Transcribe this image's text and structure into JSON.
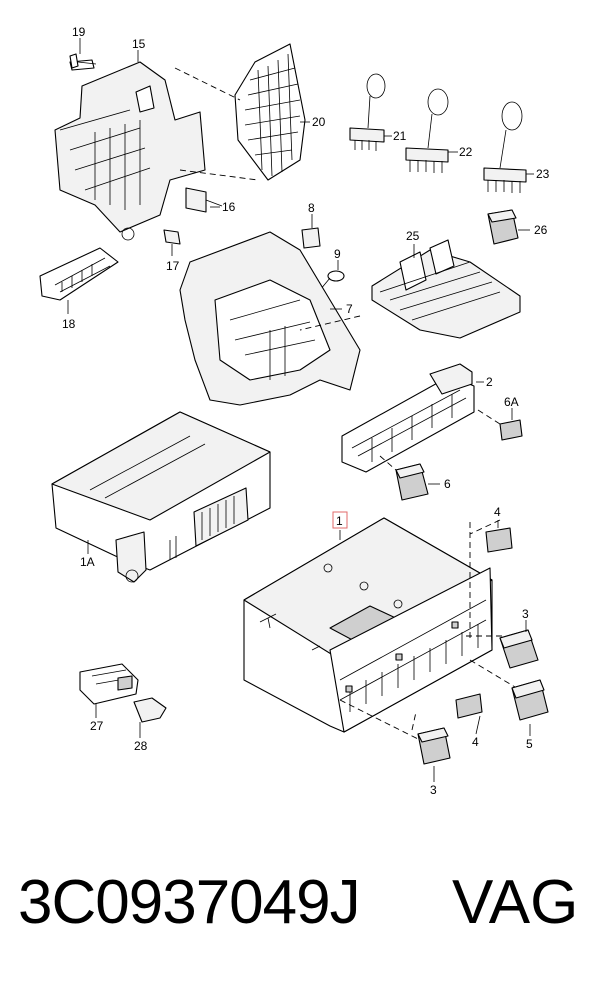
{
  "callouts": {
    "c1": "1",
    "c1A": "1A",
    "c2": "2",
    "c3a": "3",
    "c3b": "3",
    "c4a": "4",
    "c4b": "4",
    "c5": "5",
    "c6": "6",
    "c6A": "6A",
    "c7": "7",
    "c8": "8",
    "c9": "9",
    "c15": "15",
    "c16": "16",
    "c17": "17",
    "c18": "18",
    "c19": "19",
    "c20": "20",
    "c21": "21",
    "c22": "22",
    "c23": "23",
    "c25": "25",
    "c26": "26",
    "c27": "27",
    "c28": "28"
  },
  "highlight_color": "#e06a6a",
  "footer": {
    "part_number": "3C0937049J",
    "brand": "VAG"
  }
}
